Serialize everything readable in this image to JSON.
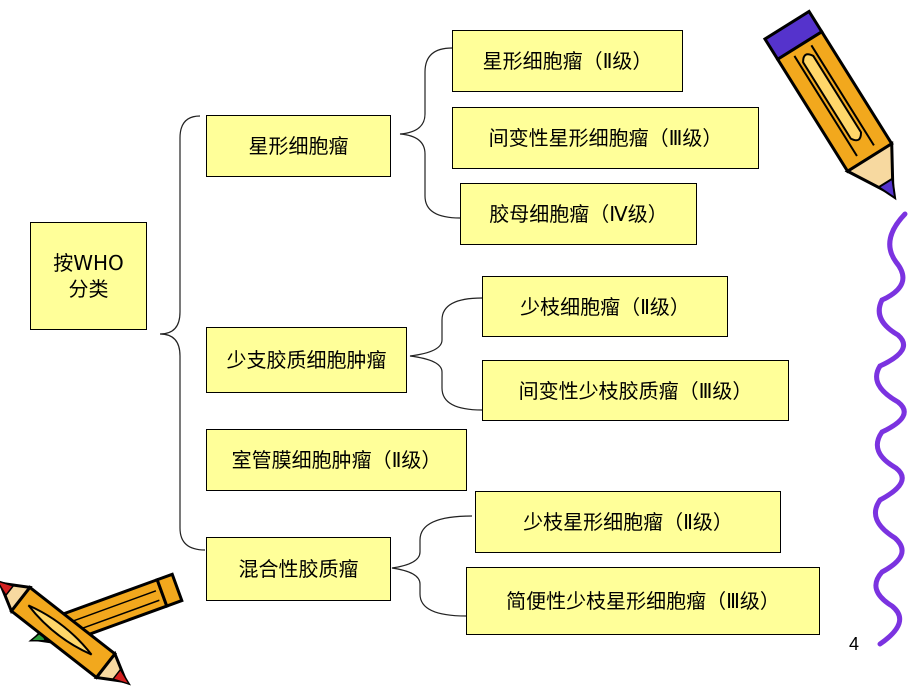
{
  "root": "按WHO\n分类",
  "categories": {
    "astro": "星形细胞瘤",
    "oligo": "少支胶质细胞肿瘤",
    "ependymoma": "室管膜细胞肿瘤（Ⅱ级）",
    "mixed": "混合性胶质瘤"
  },
  "subtypes": {
    "astro_1": "星形细胞瘤（Ⅱ级）",
    "astro_2": "间变性星形细胞瘤（Ⅲ级）",
    "astro_3": "胶母细胞瘤（Ⅳ级）",
    "oligo_1": "少枝细胞瘤（Ⅱ级）",
    "oligo_2": "间变性少枝胶质瘤（Ⅲ级）",
    "mixed_1": "少枝星形细胞瘤（Ⅱ级）",
    "mixed_2": "简便性少枝星形细胞瘤（Ⅲ级）"
  },
  "page_number": "4",
  "colors": {
    "box_fill": "#ffff99",
    "squiggle": "#7b33e0",
    "pencil_body": "#f2a81d",
    "pencil_tip": "#5533cc"
  },
  "decorations": [
    "pencil-top-right",
    "squiggle-line-right",
    "pencils-bottom-left"
  ]
}
